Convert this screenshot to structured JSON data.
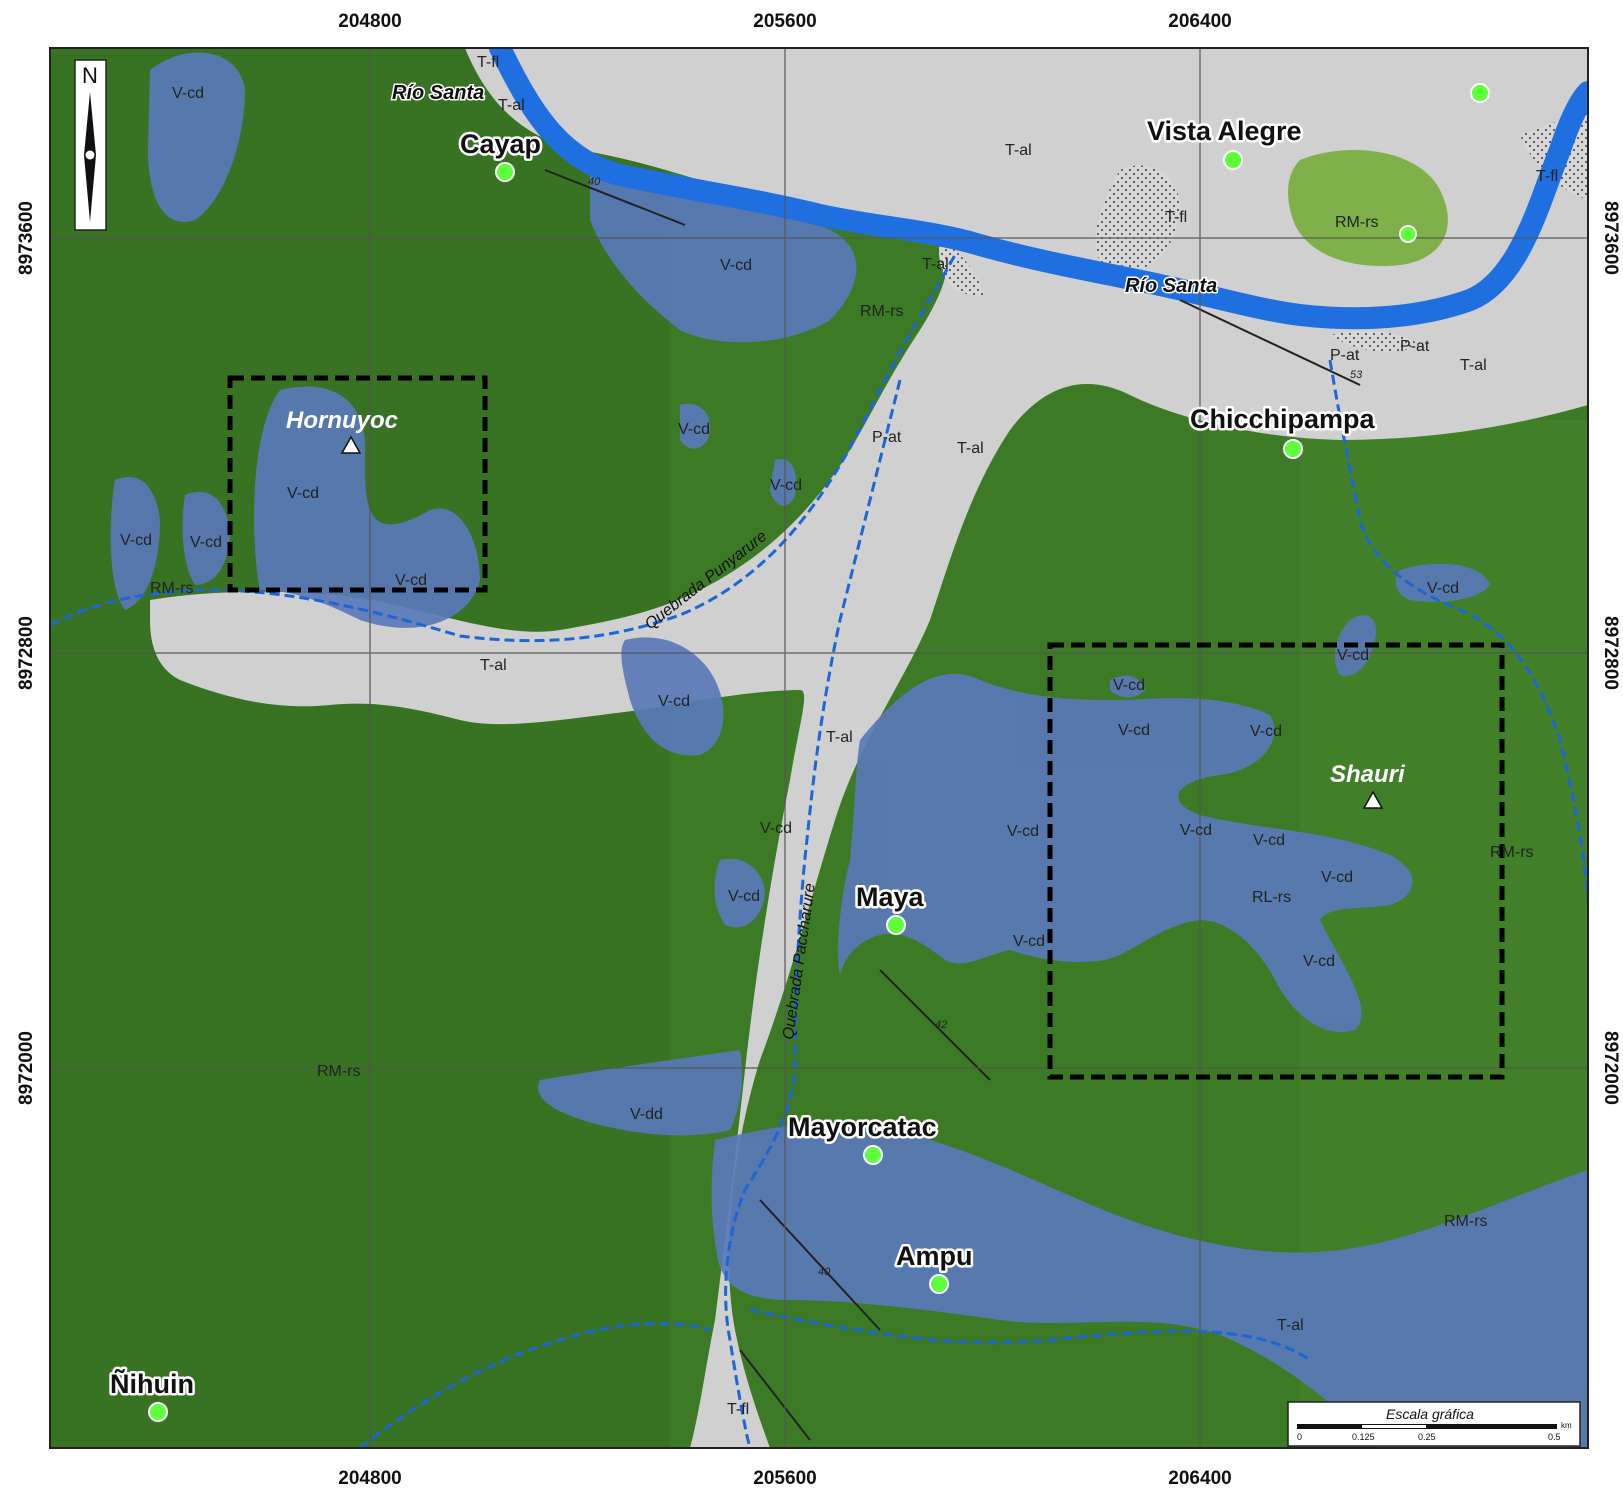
{
  "colors": {
    "rock_substrate": "#3d7a26",
    "colluvial_deposit": "#5a78b8",
    "alluvial_terrace": "#cfd0cf",
    "river": "#1f6fe0",
    "town_marker": "#5cff3a",
    "study_area_box": "#000000"
  },
  "grid": {
    "eastings": [
      "204800",
      "205600",
      "206400"
    ],
    "northings": [
      "8973600",
      "8972800",
      "8972000"
    ]
  },
  "north_arrow": {
    "label": "N"
  },
  "towns": [
    {
      "name": "Cayap"
    },
    {
      "name": "Vista Alegre"
    },
    {
      "name": "Chicchipampa"
    },
    {
      "name": "Maya"
    },
    {
      "name": "Mayorcatac"
    },
    {
      "name": "Ampu"
    },
    {
      "name": "Ñihuin"
    }
  ],
  "peaks": [
    {
      "name": "Hornuyoc"
    },
    {
      "name": "Shauri"
    }
  ],
  "rivers": [
    {
      "name": "Río Santa"
    },
    {
      "name": "Río Santa"
    }
  ],
  "streams": [
    {
      "name": "Quebrada Punyarure"
    },
    {
      "name": "Quebrada Paccharure"
    }
  ],
  "unit_labels": [
    "V-cd",
    "V-cd",
    "V-cd",
    "V-cd",
    "V-cd",
    "V-cd",
    "V-cd",
    "V-cd",
    "V-cd",
    "V-cd",
    "V-cd",
    "V-cd",
    "V-cd",
    "V-cd",
    "V-cd",
    "V-cd",
    "V-cd",
    "V-cd",
    "V-cd",
    "V-cd",
    "V-cd",
    "V-cd",
    "V-dd",
    "T-al",
    "T-al",
    "T-al",
    "T-al",
    "T-al",
    "T-al",
    "T-al",
    "T-al",
    "T-fl",
    "T-fl",
    "T-fl",
    "T-fl",
    "P-at",
    "P-at",
    "P-at",
    "RL-rs",
    "RM-rs",
    "RM-rs",
    "RM-rs",
    "RM-rs",
    "RM-rs",
    "RM-rs"
  ],
  "dip_values": [
    "40",
    "53",
    "42",
    "40"
  ],
  "scale_bar": {
    "title": "Escala gráfica",
    "ticks": [
      "0",
      "0.125",
      "0.25",
      "0.5"
    ],
    "unit": "km"
  }
}
